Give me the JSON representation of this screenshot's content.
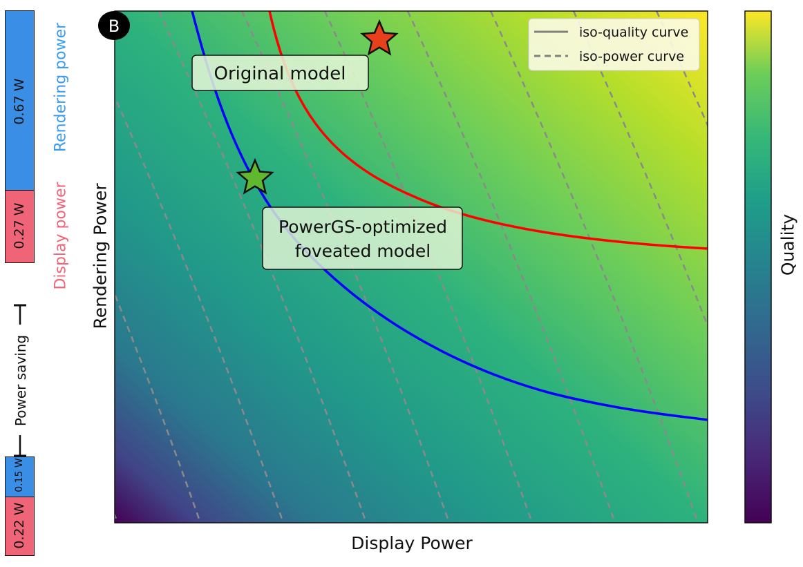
{
  "panel_label": "B",
  "left_bars": {
    "original": {
      "rendering": "0.67 W",
      "display": "0.27 W",
      "rendering_value": 0.67,
      "display_value": 0.27
    },
    "optimized": {
      "rendering": "0.15 W",
      "display": "0.22 W",
      "rendering_value": 0.15,
      "display_value": 0.22
    },
    "rendering_legend": "Rendering power",
    "display_legend": "Display power",
    "saving_label": "Power saving",
    "colors": {
      "rendering": "#3a8ee6",
      "display": "#f06478"
    }
  },
  "chart_data": {
    "type": "heatmap",
    "xlabel": "Display Power",
    "ylabel": "Rendering Power",
    "colorbar_label": "Quality",
    "colormap": "viridis",
    "legend": {
      "placement": "top-right",
      "entries": [
        {
          "label": "iso-quality curve",
          "style": "solid"
        },
        {
          "label": "iso-power curve",
          "style": "dashed"
        }
      ]
    },
    "curves": [
      {
        "name": "iso-quality (original)",
        "color": "#ff0000"
      },
      {
        "name": "iso-quality (optimized)",
        "color": "#0000ff"
      }
    ],
    "markers": [
      {
        "name": "Original model",
        "color": "#e8401c",
        "shape": "star"
      },
      {
        "name": "PowerGS-optimized foveated model",
        "color": "#5fb82d",
        "shape": "star"
      }
    ],
    "annotations": [
      "Original model",
      "PowerGS-optimized\nfoveated model"
    ],
    "annotation_lines": [
      "PowerGS-optimized",
      "foveated model"
    ]
  }
}
